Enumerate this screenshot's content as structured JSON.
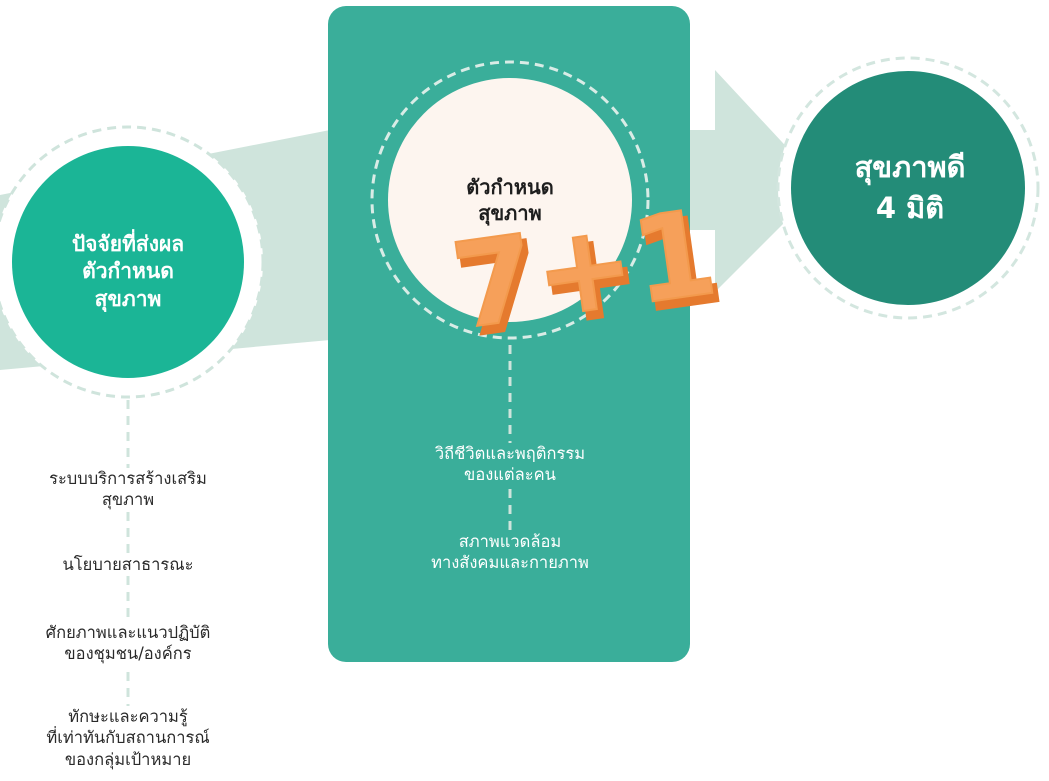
{
  "factors_circle": {
    "lines": [
      "ปัจจัยที่ส่งผล",
      "ตัวกำหนด",
      "สุขภาพ"
    ]
  },
  "determinants_circle": {
    "lines": [
      "ตัวกำหนด",
      "สุขภาพ"
    ],
    "badge": "7+1"
  },
  "goal_circle": {
    "lines": [
      "สุขภาพดี",
      "4 มิติ"
    ]
  },
  "factors_list": [
    {
      "lines": [
        "ระบบบริการสร้างเสริม",
        "สุขภาพ"
      ]
    },
    {
      "lines": [
        "นโยบายสาธารณะ"
      ]
    },
    {
      "lines": [
        "ศักยภาพและแนวปฏิบัติ",
        "ของชุมชน/องค์กร"
      ]
    },
    {
      "lines": [
        "ทักษะและความรู้",
        "ที่เท่าทันกับสถานการณ์",
        "ของกลุ่มเป้าหมาย"
      ]
    }
  ],
  "determinants_list": [
    {
      "lines": [
        "วิถีชีวิตและพฤติกรรม",
        "ของแต่ละคน"
      ]
    },
    {
      "lines": [
        "สภาพแวดล้อม",
        "ทางสังคมและกายภาพ"
      ]
    }
  ],
  "colors": {
    "arrow": "#cfe4dc",
    "panel": "#3aae9a",
    "factors_fill": "#1bb596",
    "goal_fill": "#238c78",
    "determinants_fill": "#fdf5ef",
    "dash": "#cfe4dc",
    "badge": "#f39a4d"
  }
}
